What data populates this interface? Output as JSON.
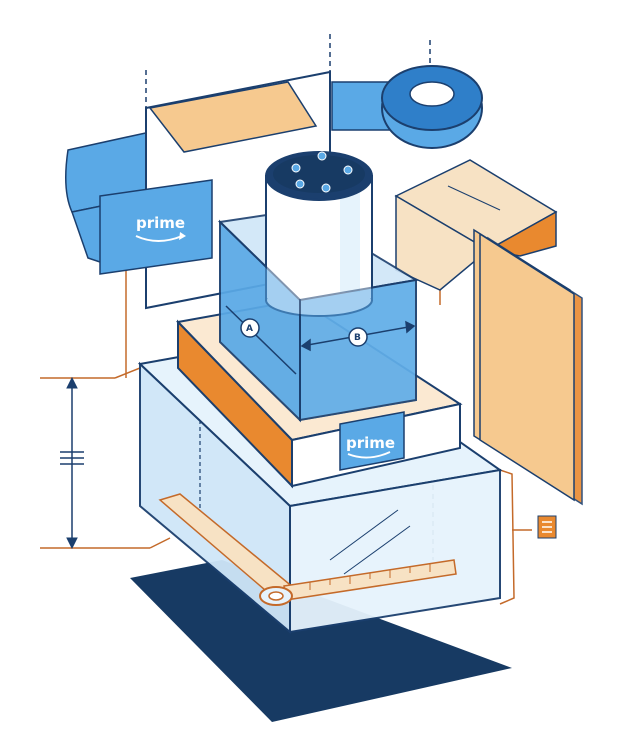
{
  "brand": {
    "wordmark": "prime"
  },
  "dimension_markers": {
    "width_marker": "B",
    "depth_marker": "A"
  },
  "colors": {
    "outline_dark": "#1b3f6e",
    "blue_fill": "#5aa9e6",
    "blue_light": "#cfe6f8",
    "blue_pale": "#e6f3fc",
    "navy_shadow": "#173a63",
    "orange": "#e9892f",
    "orange_light": "#f6c98f",
    "tan_paper": "#f7e2c4",
    "dimension_line": "#c46a2a",
    "white": "#ffffff"
  },
  "icons": [
    "packing-tape-roll-icon",
    "packing-slip-icon",
    "measuring-ruler-icon",
    "cylindrical-device-icon",
    "height-dimension-icon"
  ]
}
